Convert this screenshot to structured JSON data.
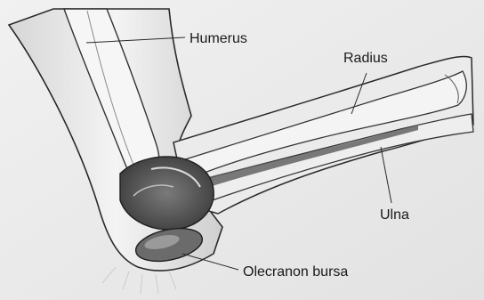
{
  "labels": {
    "humerus": "Humerus",
    "radius": "Radius",
    "ulna": "Ulna",
    "olecranon_bursa": "Olecranon bursa"
  }
}
